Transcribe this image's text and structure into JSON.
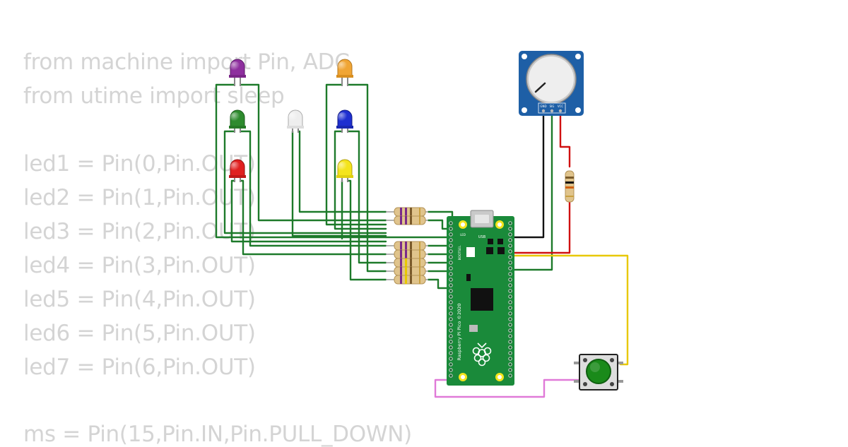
{
  "code": {
    "lines": [
      "from machine import Pin, ADC",
      "from utime import sleep",
      "",
      "led1 = Pin(0,Pin.OUT)",
      "led2 = Pin(1,Pin.OUT)",
      "led3 = Pin(2,Pin.OUT)",
      "led4 = Pin(3,Pin.OUT)",
      "led5 = Pin(4,Pin.OUT)",
      "led6 = Pin(5,Pin.OUT)",
      "led7 = Pin(6,Pin.OUT)",
      "",
      "ms = Pin(15,Pin.IN,Pin.PULL_DOWN)"
    ]
  },
  "board": {
    "name": "Raspberry Pi Pico ©2020",
    "usb_label": "USB",
    "led_label": "LED",
    "bootsel_label": "BOOTSEL"
  },
  "potentiometer": {
    "pin_labels": [
      "GND",
      "SIG",
      "VCC"
    ]
  },
  "leds": [
    {
      "id": "led-purple",
      "color": "#8e2f9e"
    },
    {
      "id": "led-orange",
      "color": "#f0a534"
    },
    {
      "id": "led-green",
      "color": "#2e8b2e"
    },
    {
      "id": "led-white",
      "color": "#eeeeee"
    },
    {
      "id": "led-blue",
      "color": "#1e2fd0"
    },
    {
      "id": "led-red",
      "color": "#e02020"
    },
    {
      "id": "led-yellow",
      "color": "#f4e41c"
    }
  ],
  "colors": {
    "pcb": "#1a8a3a",
    "wire_green": "#1d7a2a",
    "wire_black": "#111111",
    "wire_red": "#d01010",
    "wire_yellow": "#e8c800",
    "wire_pink": "#e07ad8",
    "pot_board": "#1e5fa6",
    "button": "#1a8a1a"
  }
}
